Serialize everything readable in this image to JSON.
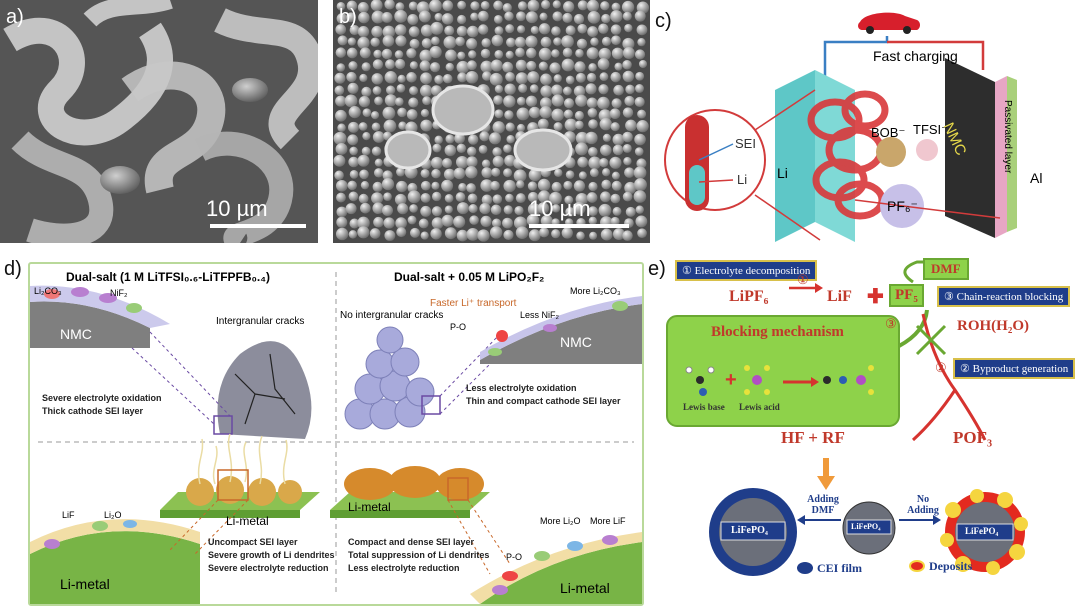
{
  "panels": {
    "a": {
      "label": "a)",
      "scale_bar": "10 µm"
    },
    "b": {
      "label": "b)",
      "scale_bar": "10 µm"
    },
    "c": {
      "label": "c)",
      "fast_charging": "Fast charging",
      "sei": "SEI",
      "li_inset": "Li",
      "li_foil": "Li",
      "bob": "BOB⁻",
      "tfsi": "TFSI⁻",
      "nmc": "NMC",
      "passivated": "Passivated layer",
      "al": "Al",
      "pf6": "PF₆⁻"
    },
    "d": {
      "label": "d)",
      "left_title": "Dual-salt (1 M LiTFSI₀.₆-LiTFPFB₀.₄)",
      "right_title": "Dual-salt + 0.05 M LiPO₂F₂",
      "li2co3": "Li₂CO₃",
      "nif2": "NiF₂",
      "nmc_left": "NMC",
      "intergranular": "Intergranular cracks",
      "severe_ox": "Severe electrolyte oxidation",
      "thick_sei": "Thick cathode SEI layer",
      "no_intergranular": "No intergranular cracks",
      "faster_li": "Faster Li⁺ transport",
      "more_li2co3": "More Li₂CO₃",
      "less_nif2": "Less NiF₂",
      "po_top": "P-O",
      "nmc_right": "NMC",
      "less_ox": "Less electrolyte oxidation",
      "thin_sei": "Thin and compact cathode SEI layer",
      "lif": "LiF",
      "li2o": "Li₂O",
      "li_metal_block_left": "Li-metal",
      "li_metal_left": "Li-metal",
      "uncompact_1": "Uncompact SEI layer",
      "uncompact_2": "Severe growth of Li dendrites",
      "uncompact_3": "Severe electrolyte reduction",
      "li_metal_block_right": "Li-metal",
      "compact_1": "Compact and dense SEI layer",
      "compact_2": "Total suppression of Li dendrites",
      "compact_3": "Less electrolyte reduction",
      "po_bottom": "P-O",
      "more_li2o": "More Li₂O",
      "more_lif": "More LiF",
      "li_metal_right": "Li-metal"
    },
    "e": {
      "label": "e)",
      "step1": "① Electrolyte decomposition",
      "dmf": "DMF",
      "lipf6": "LiPF₆",
      "circled1": "①",
      "lif": "LiF",
      "pf5": "PF₅",
      "step3": "③ Chain-reaction blocking",
      "circled3": "③",
      "blocking": "Blocking mechanism",
      "roh": "ROH(H₂O)",
      "step2": "② Byproduct generation",
      "circled2": "②",
      "lewis_base": "Lewis base",
      "lewis_acid": "Lewis acid",
      "hf_rf": "HF + RF",
      "pof3": "POF₃",
      "adding_dmf": "Adding DMF",
      "no_adding": "No Adding",
      "lfp_left": "LiFePO₄",
      "lfp_mid": "LiFePO₄",
      "lfp_right": "LiFePO₄",
      "cei": "CEI film",
      "deposits": "Deposits"
    }
  }
}
